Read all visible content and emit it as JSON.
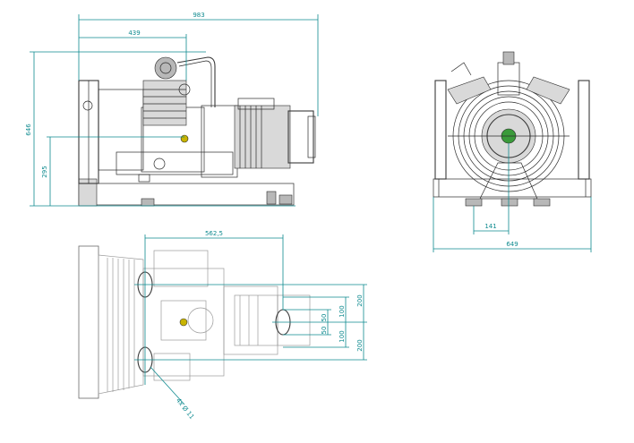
{
  "drawing": {
    "front_view": {
      "dimensions": {
        "overall_length": "983",
        "pump_offset": "439",
        "overall_height": "646",
        "center_height": "295"
      }
    },
    "side_view": {
      "dimensions": {
        "foot_offset": "141",
        "overall_width": "649"
      }
    },
    "top_view": {
      "dimensions": {
        "foot_spacing": "562,5",
        "right_top": "200",
        "right_bottom": "200",
        "inner_top": "100",
        "inner_bottom": "100",
        "center_top": "50",
        "center_bottom": "50",
        "hole_note": "4x Ø 11"
      }
    }
  },
  "colors": {
    "dimension": "#0e8a8f",
    "linework": "#2a2a2a",
    "ghost": "#9a9a9a",
    "accent": "#c8b400"
  }
}
